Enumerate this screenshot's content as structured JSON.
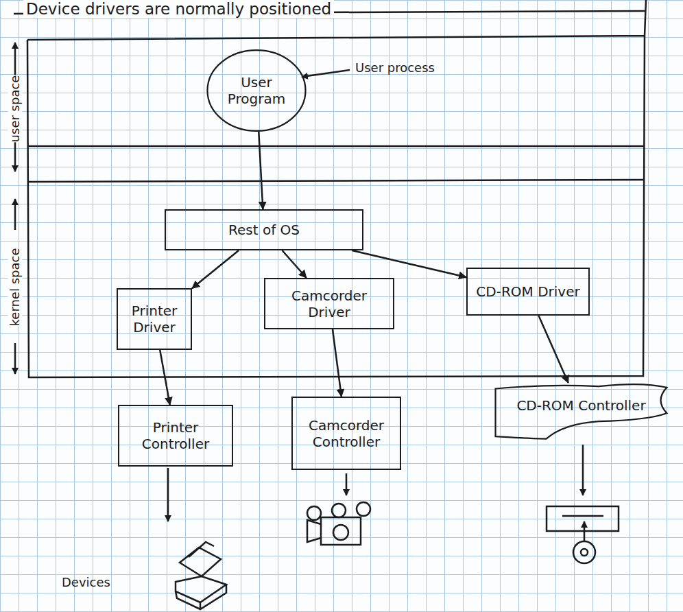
{
  "diagram": {
    "title": "Device drivers are normally positioned",
    "nodes": [
      {
        "text": [
          "User Program"
        ]
      },
      {
        "text": [
          "Rest of OS"
        ]
      },
      {
        "text": [
          "Printer Driver"
        ]
      },
      {
        "text": [
          "Camcorder Driver"
        ]
      },
      {
        "text": [
          "CD-ROM Driver"
        ]
      },
      {
        "text": [
          "Printer Controller"
        ]
      },
      {
        "text": [
          "Camcorder Controller"
        ]
      },
      {
        "text": [
          "CD-ROM Controller"
        ]
      }
    ],
    "edges": [
      {
        "from": 0,
        "to": 1,
        "arrow": "to"
      },
      {
        "from": 1,
        "to": 2,
        "arrow": "to"
      },
      {
        "from": 1,
        "to": 3,
        "arrow": "to"
      },
      {
        "from": 1,
        "to": 4,
        "arrow": "to"
      },
      {
        "from": 2,
        "to": 5,
        "arrow": "to"
      },
      {
        "from": 3,
        "to": 6,
        "arrow": "to"
      },
      {
        "from": 4,
        "to": 7,
        "arrow": "to"
      }
    ],
    "labels": [
      "User process",
      "user space",
      "kernel space",
      "Devices"
    ]
  }
}
